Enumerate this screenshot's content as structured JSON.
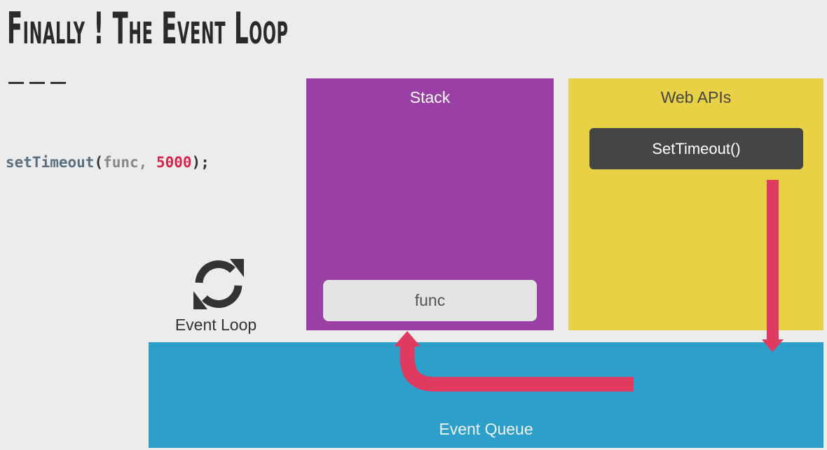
{
  "title": "Finally ! The Event Loop",
  "code": {
    "function_name": "setTimeout",
    "open_paren": "(",
    "arg_callback": "func",
    "separator": ", ",
    "arg_delay": "5000",
    "close": ");"
  },
  "stack": {
    "label": "Stack",
    "frame": "func"
  },
  "web_apis": {
    "label": "Web APIs",
    "item": "SetTimeout()"
  },
  "event_loop": {
    "label": "Event Loop",
    "icon": "refresh-icon"
  },
  "event_queue": {
    "label": "Event Queue"
  },
  "colors": {
    "stack": "#9a3fa5",
    "web_apis": "#e8d145",
    "event_queue": "#2c9fcb",
    "arrow": "#e03a60",
    "background": "#ececec"
  }
}
